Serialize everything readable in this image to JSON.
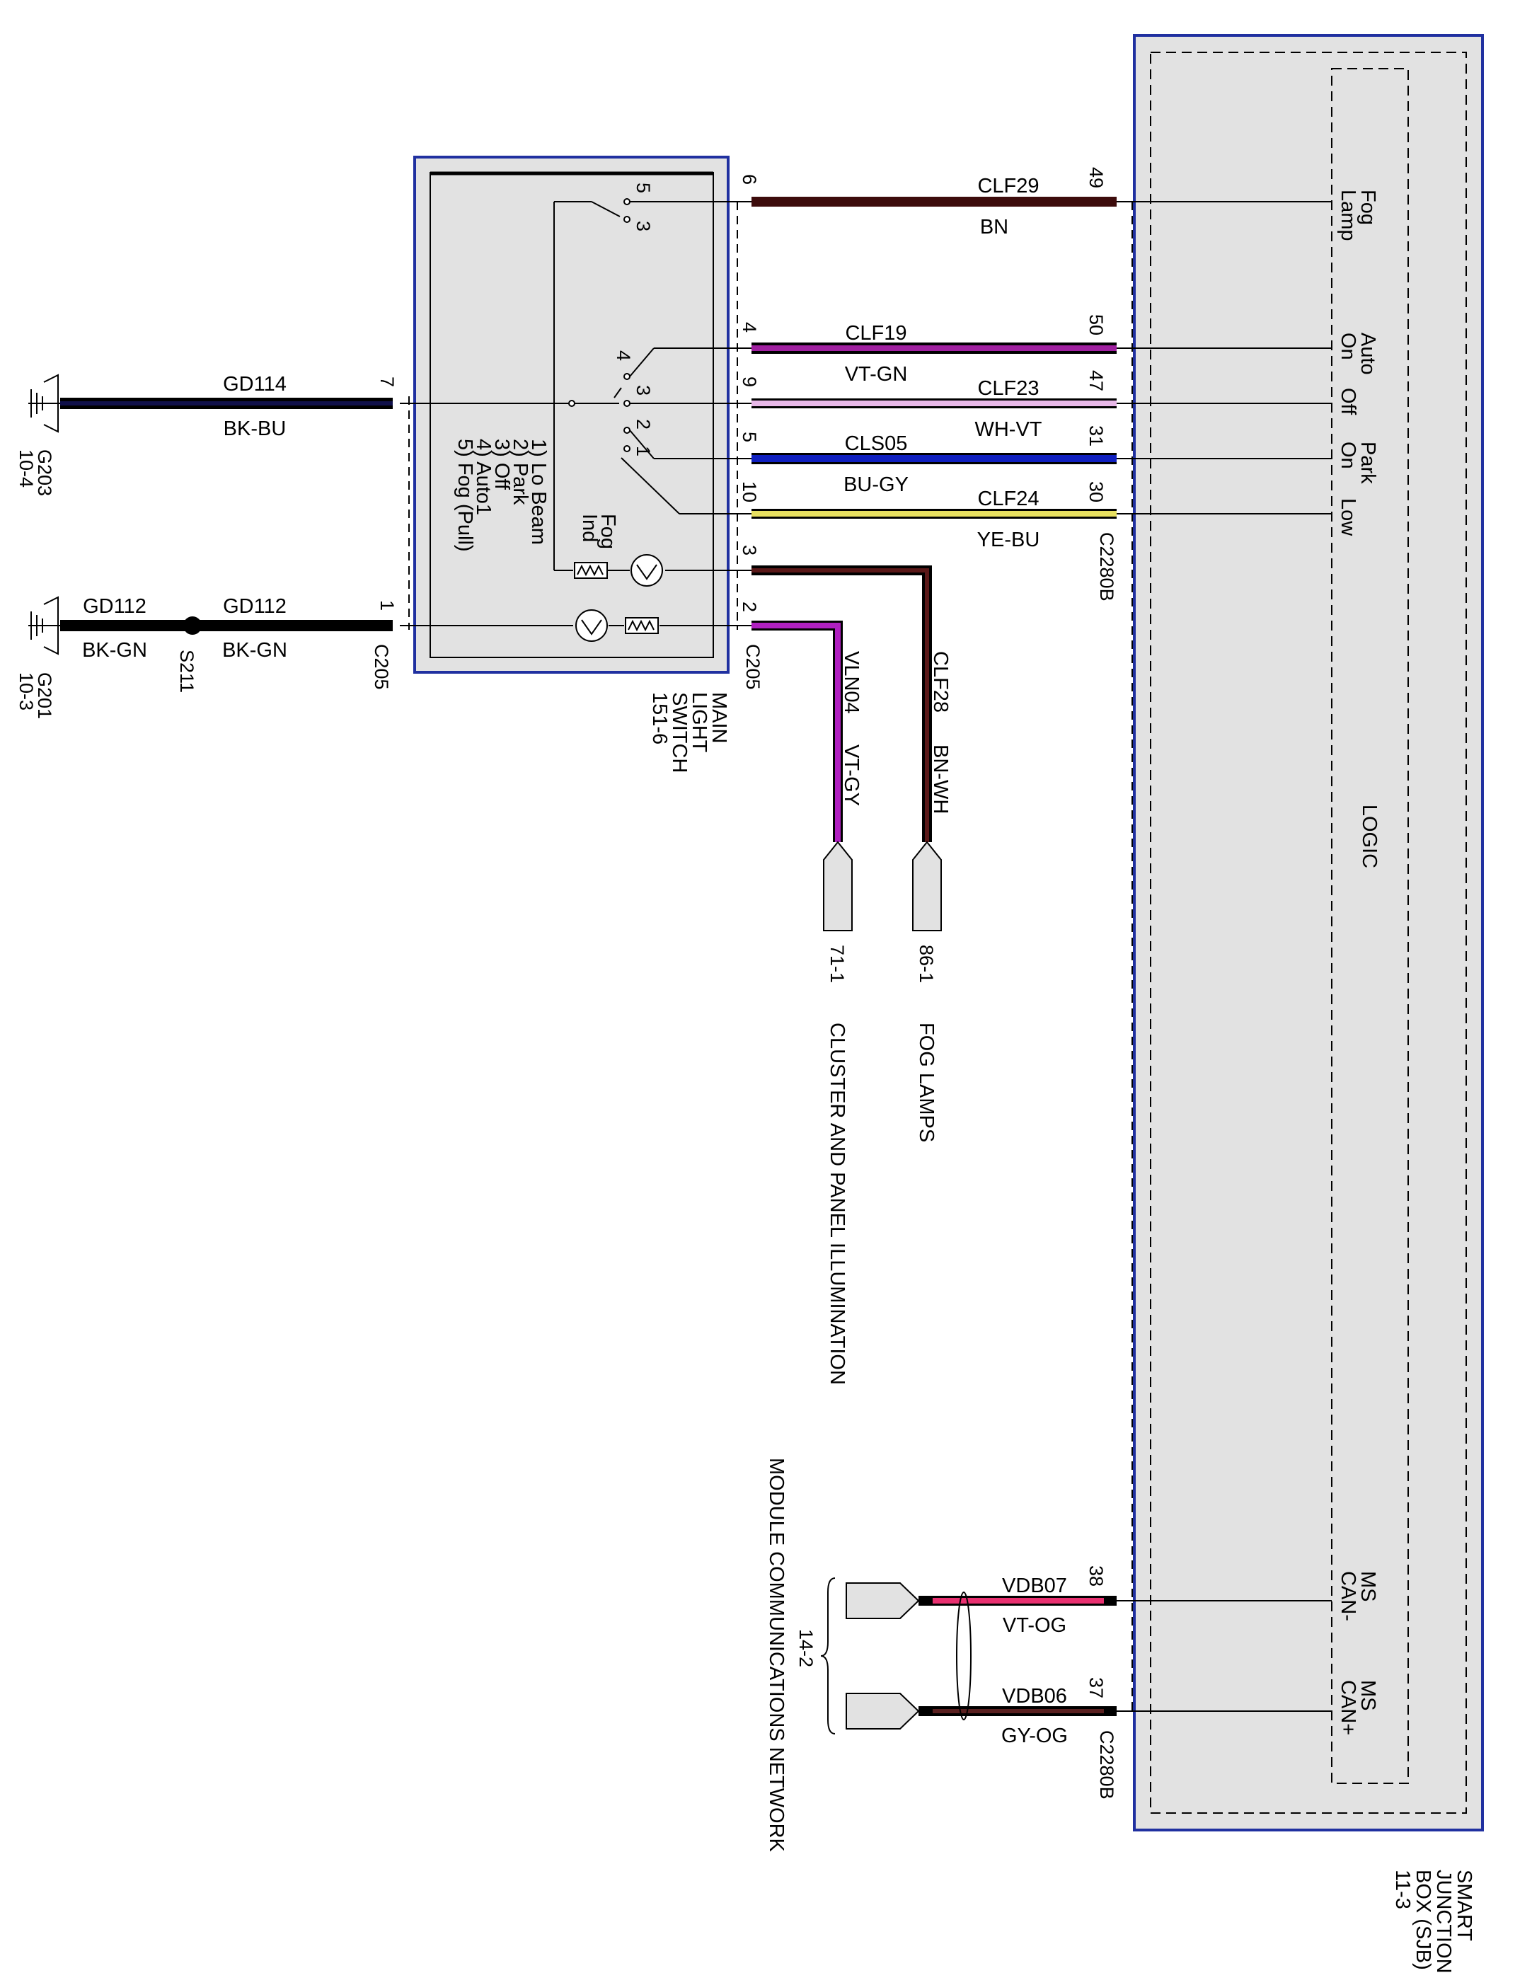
{
  "main_switch": {
    "title": [
      "MAIN",
      "LIGHT",
      "SWITCH",
      "151-6"
    ],
    "positions": [
      "1) Lo Beam",
      "2) Park",
      "3) Off",
      "4) Auto1",
      "5) Fog (Pull)"
    ],
    "fog_ind": [
      "Fog",
      "Ind"
    ],
    "switch_pins": {
      "p5": "5",
      "p3a": "3",
      "p4": "4",
      "p3b": "3",
      "p2": "2",
      "p1": "1"
    },
    "connector": "C205"
  },
  "sjb": {
    "title": [
      "SMART",
      "JUNCTION",
      "BOX (SJB)",
      "11-3"
    ],
    "logic": "LOGIC",
    "connector": "C2280B",
    "inputs": {
      "fog_lamp": [
        "Fog",
        "Lamp"
      ],
      "auto_on": [
        "Auto",
        "On"
      ],
      "off": "Off",
      "park_on": [
        "Park",
        "On"
      ],
      "low": "Low",
      "can_minus": [
        "MS",
        "CAN-"
      ],
      "can_plus": [
        "MS",
        "CAN+"
      ]
    }
  },
  "wires": {
    "clf29": {
      "circuit": "CLF29",
      "color": "BN",
      "pin_left": "6",
      "pin_right": "49",
      "stroke": "#3d0c0c"
    },
    "clf19": {
      "circuit": "CLF19",
      "color": "VT-GN",
      "pin_left": "4",
      "pin_right": "50",
      "stroke": "#a020a0"
    },
    "clf23": {
      "circuit": "CLF23",
      "color": "WH-VT",
      "pin_left": "9",
      "pin_right": "47",
      "stroke": "#e8b8e8"
    },
    "cls05": {
      "circuit": "CLS05",
      "color": "BU-GY",
      "pin_left": "5",
      "pin_right": "31",
      "stroke": "#1020c0"
    },
    "clf24": {
      "circuit": "CLF24",
      "color": "YE-BU",
      "pin_left": "10",
      "pin_right": "30",
      "stroke": "#e8e060"
    },
    "clf28": {
      "circuit": "CLF28",
      "color": "BN-WH",
      "pin": "3",
      "dest": "86-1",
      "dest_label": "FOG LAMPS",
      "stroke": "#5a1818"
    },
    "vln04": {
      "circuit": "VLN04",
      "color": "VT-GY",
      "pin": "2",
      "dest": "71-1",
      "dest_label": "CLUSTER AND PANEL ILLUMINATION",
      "stroke": "#b020c0"
    },
    "gd114": {
      "circuit": "GD114",
      "color": "BK-BU",
      "pin": "7",
      "ground": "G203",
      "ground_ref": "10-4",
      "stroke": "#10104a"
    },
    "gd112a": {
      "circuit": "GD112",
      "color": "BK-GN",
      "ground": "G201",
      "ground_ref": "10-3",
      "splice": "S211"
    },
    "gd112b": {
      "circuit": "GD112",
      "color": "BK-GN",
      "pin": "1",
      "connector": "C205"
    },
    "vdb07": {
      "circuit": "VDB07",
      "color": "VT-OG",
      "pin": "38",
      "stroke": "#e83070"
    },
    "vdb06": {
      "circuit": "VDB06",
      "color": "GY-OG",
      "pin": "37",
      "stroke": "#5a2020"
    }
  },
  "network": {
    "ref": "14-2",
    "label": "MODULE COMMUNICATIONS NETWORK"
  },
  "colors": {
    "box_outline": "#2030a0",
    "box_fill": "#e2e2e2"
  }
}
